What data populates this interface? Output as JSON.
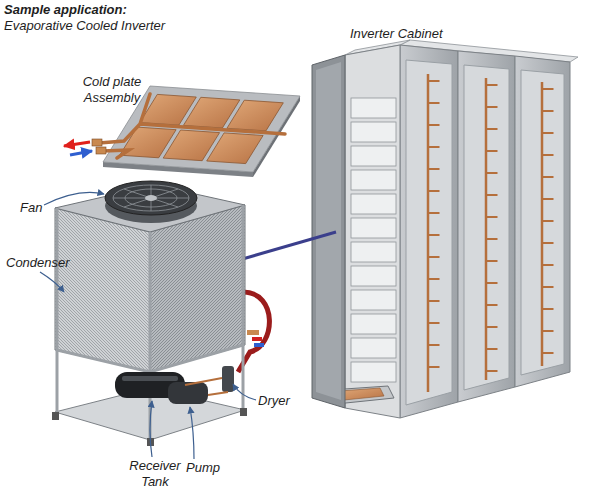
{
  "diagram": {
    "title": "Sample application:",
    "labels": [
      "Evaporative Cooled Inverter",
      "Cold plate Assembly",
      "Inverter Cabinet",
      "Fan",
      "Condenser",
      "Dryer",
      "Receiver Tank",
      "Pump"
    ]
  }
}
